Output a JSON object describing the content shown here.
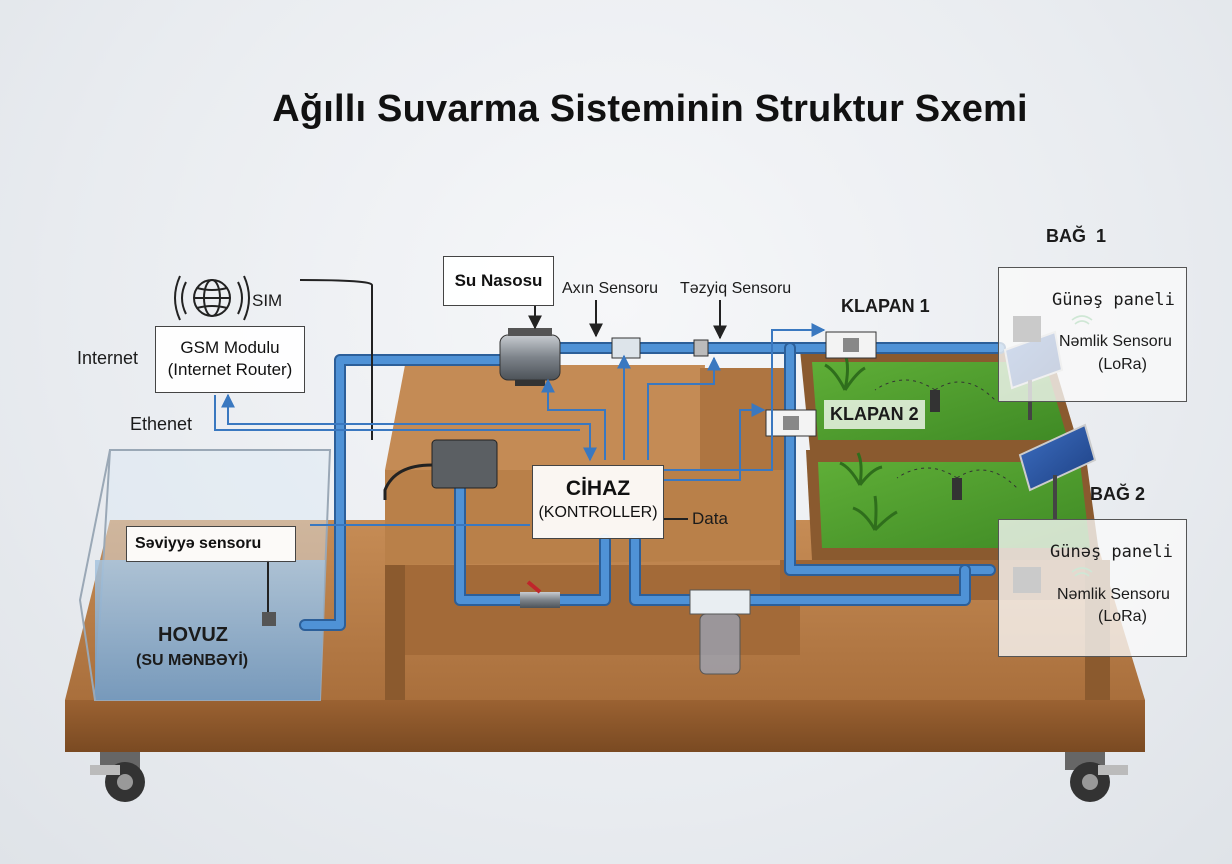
{
  "title": "Ağıllı Suvarma Sistеminin Struktur Sxemi",
  "labels": {
    "internet": "Internet",
    "sim": "SIM",
    "gsm_module": "GSM Modulu",
    "gsm_router": "(Internet Router)",
    "ethernet": "Ethenet",
    "water_pump": "Su Nasosu",
    "flow_sensor": "Axın Sensoru",
    "pressure_sensor": "Təzyiq Sensoru",
    "valve_1": "KLAPAN 1",
    "valve_2": "KLAPAN 2",
    "device": "CİHAZ",
    "controller": "(KONTROLLER)",
    "data": "Data",
    "level_sensor": "Səviyyə sensoru",
    "pond": "HOVUZ",
    "water_source": "(SU MƏNBƏYİ)",
    "garden_1": "BAĞ  1",
    "garden_2": "BAĞ 2",
    "solar_panel_1": "Günəş paneli",
    "moisture_sensor_1": "Nəmlik Sensoru",
    "lora_1": "(LoRa)",
    "solar_panel_2": "Günəş paneli",
    "moisture_sensor_2": "Nəmlik Sensoru",
    "lora_2": "(LoRa)"
  },
  "icons": {
    "globe": "globe-icon",
    "signal": "wireless-signal-icon",
    "pump": "water-pump-icon",
    "valve": "valve-icon",
    "filter": "water-filter-icon",
    "solar": "solar-panel-icon",
    "sensor": "moisture-sensor-icon"
  },
  "colors": {
    "pipe": "#3f7fc4",
    "pipe_dark": "#2c5f99",
    "wood": "#b7804a",
    "grass": "#4e9a2e",
    "water": "#8fb4d6",
    "arrow": "#3a78c0"
  }
}
